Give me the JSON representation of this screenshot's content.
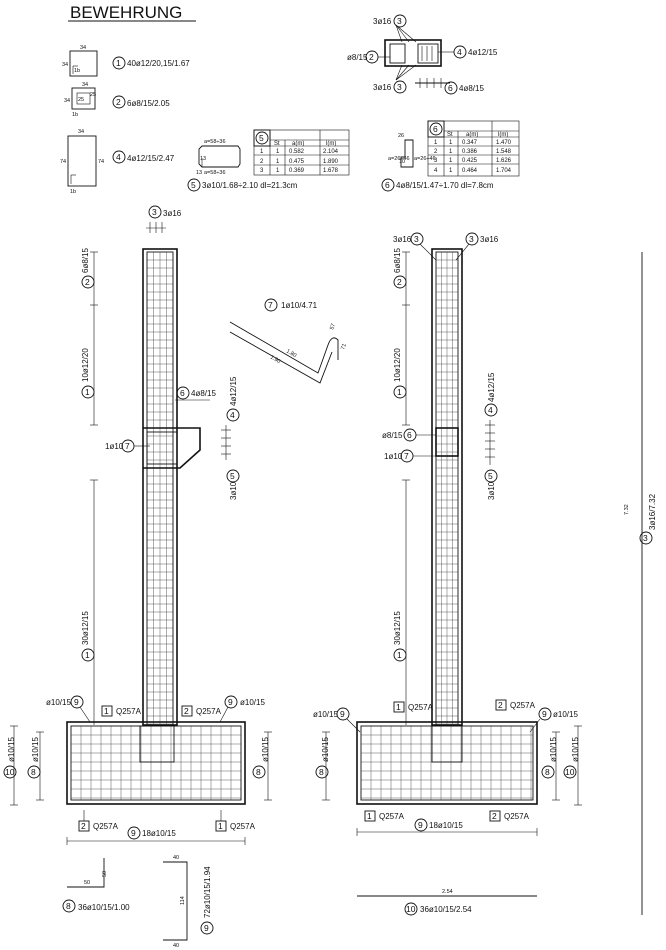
{
  "title": "BEWEHRUNG",
  "schedule": {
    "p1": {
      "num": "1",
      "text": "40ø12/20,15/1.67",
      "dims": [
        "34",
        "34",
        "1b"
      ]
    },
    "p2": {
      "num": "2",
      "text": "6ø8/15/2.05",
      "dims": [
        "34",
        "34",
        "25",
        "25",
        "1b"
      ]
    },
    "p4": {
      "num": "4",
      "text": "4ø12/15/2.47",
      "dims": [
        "34",
        "74",
        "74",
        "1b"
      ]
    },
    "p5": {
      "num": "5",
      "text": "3ø10/1.68÷2.10 dl=21.3cm",
      "top": "a=58÷36",
      "bot": "a=58÷36",
      "side": "13",
      "tail": "13"
    },
    "p6": {
      "num": "6",
      "text": "4ø8/15/1.47÷1.70 dl=7.8cm",
      "top": "26",
      "side1": "a=26÷46",
      "side2": "a=26÷46",
      "side3": "10"
    },
    "p7": {
      "num": "7",
      "text": "1ø10/4.71",
      "d1": "1.80",
      "d2": "1.90",
      "d3": "57",
      "d4": "71"
    },
    "p8": {
      "num": "8",
      "text": "36ø10/15/1.00",
      "d1": "50",
      "d2": "50"
    },
    "p9": {
      "num": "9",
      "text": "72ø10/15/1.94",
      "d1": "40",
      "d2": "114",
      "d3": "40"
    },
    "p10": {
      "num": "10",
      "text": "36ø10/15/2.54",
      "d1": "2.54"
    },
    "p3": {
      "num": "3",
      "text": "3ø16/7.32",
      "d1": "7.32"
    }
  },
  "table5": {
    "num": "5",
    "headers": [
      "St",
      "a(m)",
      "l(m)"
    ],
    "rows": [
      [
        "1",
        "1",
        "0.582",
        "2.104"
      ],
      [
        "2",
        "1",
        "0.475",
        "1.890"
      ],
      [
        "3",
        "1",
        "0.369",
        "1.678"
      ]
    ]
  },
  "table6": {
    "num": "6",
    "headers": [
      "St",
      "a(m)",
      "l(m)"
    ],
    "rows": [
      [
        "1",
        "1",
        "0.347",
        "1.470"
      ],
      [
        "2",
        "1",
        "0.386",
        "1.548"
      ],
      [
        "3",
        "1",
        "0.425",
        "1.626"
      ],
      [
        "4",
        "1",
        "0.464",
        "1.704"
      ]
    ]
  },
  "section": {
    "top": "3ø16",
    "top_num": "3",
    "left": "ø8/15",
    "left_num": "2",
    "right": "4ø12/15",
    "right_num": "4",
    "bottom": "3ø16",
    "bottom_num": "3",
    "stirrup": "4ø8/15",
    "stirrup_num": "6"
  },
  "left_view": {
    "top_bars": "3ø16",
    "top_num": "3",
    "v2": "6ø8/15",
    "v2_num": "2",
    "v1": "10ø12/20",
    "v1_num": "1",
    "stirrup": "4ø8/15",
    "stirrup_num": "6",
    "bar10": "1ø10",
    "bar10_num": "7",
    "right1": "4ø12/15",
    "right1_num": "4",
    "right2": "3ø10",
    "right2_num": "5",
    "v3": "30ø12/15",
    "v3_num": "1",
    "f_left": "ø10/15",
    "f_left_num": "9",
    "f_right": "ø10/15",
    "f_right_num": "9",
    "q1": "Q257A",
    "q1_num": "1",
    "q2": "Q257A",
    "q2_num": "2",
    "q3": "Q257A",
    "q3_num": "2",
    "q4": "Q257A",
    "q4_num": "1",
    "side10": "ø10/15",
    "side10_num": "10",
    "side8": "ø10/15",
    "side8_num": "8",
    "side8r": "ø10/15",
    "side8r_num": "8",
    "bottom9": "18ø10/15",
    "bottom9_num": "9"
  },
  "right_view": {
    "top_left": "3ø16",
    "top_left_num": "3",
    "top_right": "3ø16",
    "top_right_num": "3",
    "v2": "6ø8/15",
    "v2_num": "2",
    "v1": "10ø12/20",
    "v1_num": "1",
    "stirrup": "ø8/15",
    "stirrup_num": "6",
    "bar10": "1ø10",
    "bar10_num": "7",
    "right1": "4ø12/15",
    "right1_num": "4",
    "right2": "3ø10",
    "right2_num": "5",
    "v3": "30ø12/15",
    "v3_num": "1",
    "f_left": "ø10/15",
    "f_left_num": "9",
    "f_right": "ø10/15",
    "f_right_num": "9",
    "q1": "Q257A",
    "q1_num": "1",
    "q2": "Q257A",
    "q2_num": "2",
    "q3": "Q257A",
    "q3_num": "1",
    "q4": "Q257A",
    "q4_num": "2",
    "side8": "ø10/15",
    "side8_num": "8",
    "side8r": "ø10/15",
    "side8r_num": "8",
    "side10": "ø10/15",
    "side10_num": "10",
    "bottom9": "18ø10/15",
    "bottom9_num": "9"
  }
}
